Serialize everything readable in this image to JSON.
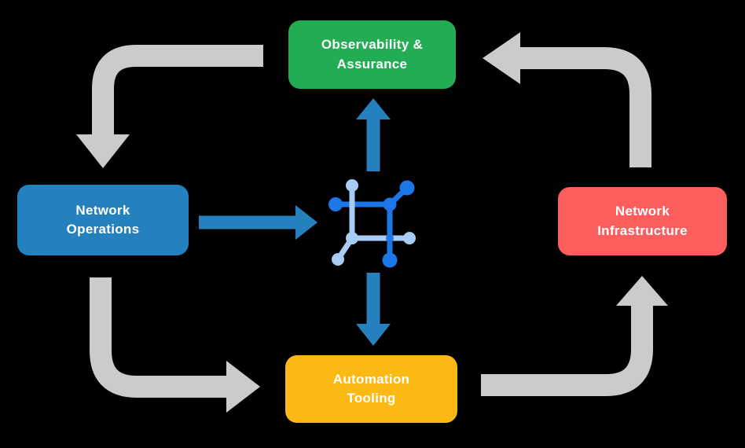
{
  "diagram": {
    "title": "network lifecycle diagram",
    "colors": {
      "background": "#000000",
      "node_green": "#22ac53",
      "node_blue": "#2581be",
      "node_red": "#fc5d5d",
      "node_yellow": "#fdb913",
      "arrow_blue": "#2581be",
      "arrow_gray": "#cbcbcb",
      "icon_dark_blue": "#1b76e8",
      "icon_light_blue": "#a9ccf5",
      "text_white": "#ffffff"
    },
    "nodes": {
      "observability": {
        "lines": [
          "Observability &",
          "Assurance"
        ]
      },
      "operations": {
        "lines": [
          "Network",
          "Operations"
        ]
      },
      "infrastructure": {
        "lines": [
          "Network",
          "Infrastructure"
        ]
      },
      "automation": {
        "lines": [
          "Automation",
          "Tooling"
        ]
      }
    },
    "center_icon": {
      "name": "network-automation-icon"
    },
    "arrows": {
      "gray_cycle": [
        "observability-to-operations",
        "operations-to-automation",
        "automation-to-infrastructure",
        "infrastructure-to-observability"
      ],
      "blue": [
        "operations-to-center",
        "center-to-observability",
        "center-to-automation"
      ]
    }
  }
}
